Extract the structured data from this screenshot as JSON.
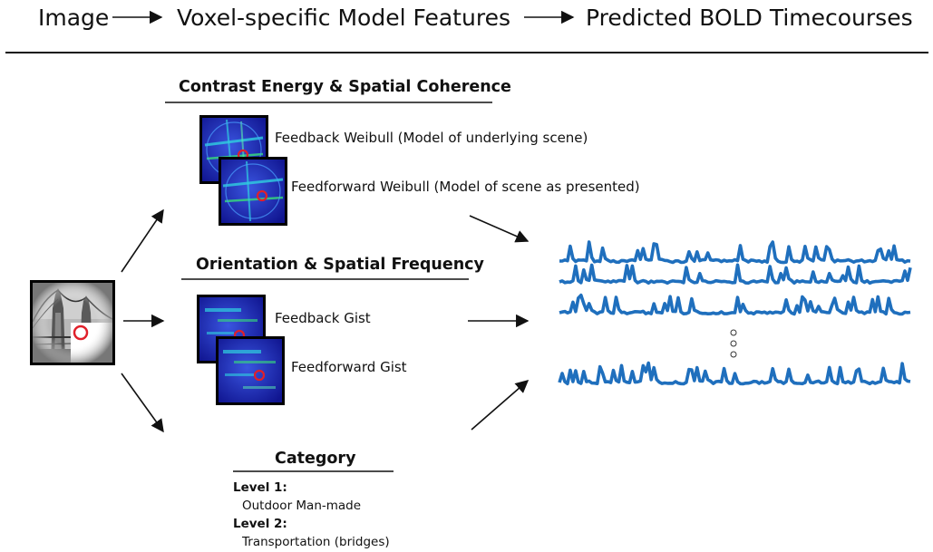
{
  "header": {
    "step_1": "Image",
    "step_2": "Voxel-specific Model Features",
    "step_3": "Predicted BOLD Timecourses"
  },
  "feature_groups": [
    {
      "title": "Contrast Energy & Spatial Coherence",
      "maps": [
        {
          "label": "Feedback Weibull (Model of underlying scene)"
        },
        {
          "label": "Feedforward  Weibull (Model of scene as presented)"
        }
      ]
    },
    {
      "title": "Orientation & Spatial Frequency",
      "maps": [
        {
          "label": "Feedback Gist"
        },
        {
          "label": "Feedforward  Gist"
        }
      ]
    },
    {
      "title": "Category",
      "levels": [
        {
          "name": "Level 1:",
          "value": "Outdoor Man-made"
        },
        {
          "name": "Level 2:",
          "value": "Transportation (bridges)"
        }
      ]
    }
  ],
  "colors": {
    "timecourse": "#1f6fbd",
    "feature_map_bg": "#1b1fa8",
    "feature_map_highlight": "#2fd0e0",
    "roi_marker": "#e0202a",
    "frame": "#000000"
  },
  "icons": [
    "bridge-photo",
    "red-circle-marker",
    "arrow-icon",
    "ellipsis-dots"
  ]
}
